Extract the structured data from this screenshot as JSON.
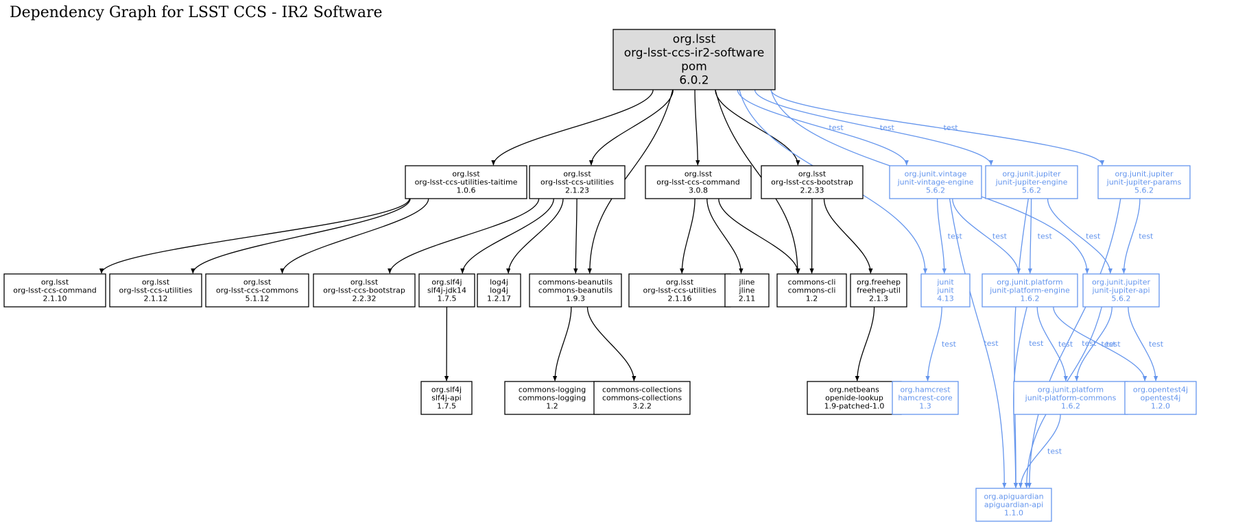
{
  "title": "Dependency Graph for LSST CCS - IR2 Software",
  "colors": {
    "compile": "#000000",
    "test": "#6495ed",
    "root_fill": "#dcdcdc"
  },
  "nodes": [
    {
      "id": "root",
      "lines": [
        "org.lsst",
        "org-lsst-ccs-ir2-software",
        "pom",
        "6.0.2"
      ],
      "scope": "compile",
      "root": true
    },
    {
      "id": "taitime",
      "lines": [
        "org.lsst",
        "org-lsst-ccs-utilities-taitime",
        "1.0.6"
      ],
      "scope": "compile"
    },
    {
      "id": "utilities2123",
      "lines": [
        "org.lsst",
        "org-lsst-ccs-utilities",
        "2.1.23"
      ],
      "scope": "compile"
    },
    {
      "id": "command308",
      "lines": [
        "org.lsst",
        "org-lsst-ccs-command",
        "3.0.8"
      ],
      "scope": "compile"
    },
    {
      "id": "bootstrap2233",
      "lines": [
        "org.lsst",
        "org-lsst-ccs-bootstrap",
        "2.2.33"
      ],
      "scope": "compile"
    },
    {
      "id": "vintage",
      "lines": [
        "org.junit.vintage",
        "junit-vintage-engine",
        "5.6.2"
      ],
      "scope": "test"
    },
    {
      "id": "jupiterengine",
      "lines": [
        "org.junit.jupiter",
        "junit-jupiter-engine",
        "5.6.2"
      ],
      "scope": "test"
    },
    {
      "id": "jupiterparams",
      "lines": [
        "org.junit.jupiter",
        "junit-jupiter-params",
        "5.6.2"
      ],
      "scope": "test"
    },
    {
      "id": "command2110",
      "lines": [
        "org.lsst",
        "org-lsst-ccs-command",
        "2.1.10"
      ],
      "scope": "compile"
    },
    {
      "id": "utilities2112",
      "lines": [
        "org.lsst",
        "org-lsst-ccs-utilities",
        "2.1.12"
      ],
      "scope": "compile"
    },
    {
      "id": "commons5112",
      "lines": [
        "org.lsst",
        "org-lsst-ccs-commons",
        "5.1.12"
      ],
      "scope": "compile"
    },
    {
      "id": "bootstrap2232",
      "lines": [
        "org.lsst",
        "org-lsst-ccs-bootstrap",
        "2.2.32"
      ],
      "scope": "compile"
    },
    {
      "id": "slf4jjdk",
      "lines": [
        "org.slf4j",
        "slf4j-jdk14",
        "1.7.5"
      ],
      "scope": "compile"
    },
    {
      "id": "log4j",
      "lines": [
        "log4j",
        "log4j",
        "1.2.17"
      ],
      "scope": "compile"
    },
    {
      "id": "beanutils",
      "lines": [
        "commons-beanutils",
        "commons-beanutils",
        "1.9.3"
      ],
      "scope": "compile"
    },
    {
      "id": "utilities2116",
      "lines": [
        "org.lsst",
        "org-lsst-ccs-utilities",
        "2.1.16"
      ],
      "scope": "compile"
    },
    {
      "id": "jline",
      "lines": [
        "jline",
        "jline",
        "2.11"
      ],
      "scope": "compile"
    },
    {
      "id": "commonscli",
      "lines": [
        "commons-cli",
        "commons-cli",
        "1.2"
      ],
      "scope": "compile"
    },
    {
      "id": "freehep",
      "lines": [
        "org.freehep",
        "freehep-util",
        "2.1.3"
      ],
      "scope": "compile"
    },
    {
      "id": "junit",
      "lines": [
        "junit",
        "junit",
        "4.13"
      ],
      "scope": "test"
    },
    {
      "id": "platformengine",
      "lines": [
        "org.junit.platform",
        "junit-platform-engine",
        "1.6.2"
      ],
      "scope": "test"
    },
    {
      "id": "jupiterapi",
      "lines": [
        "org.junit.jupiter",
        "junit-jupiter-api",
        "5.6.2"
      ],
      "scope": "test"
    },
    {
      "id": "slf4japi",
      "lines": [
        "org.slf4j",
        "slf4j-api",
        "1.7.5"
      ],
      "scope": "compile"
    },
    {
      "id": "logging",
      "lines": [
        "commons-logging",
        "commons-logging",
        "1.2"
      ],
      "scope": "compile"
    },
    {
      "id": "collections",
      "lines": [
        "commons-collections",
        "commons-collections",
        "3.2.2"
      ],
      "scope": "compile"
    },
    {
      "id": "openide",
      "lines": [
        "org.netbeans",
        "openide-lookup",
        "1.9-patched-1.0"
      ],
      "scope": "compile"
    },
    {
      "id": "hamcrest",
      "lines": [
        "org.hamcrest",
        "hamcrest-core",
        "1.3"
      ],
      "scope": "test"
    },
    {
      "id": "platformcommons",
      "lines": [
        "org.junit.platform",
        "junit-platform-commons",
        "1.6.2"
      ],
      "scope": "test"
    },
    {
      "id": "opentest4j",
      "lines": [
        "org.opentest4j",
        "opentest4j",
        "1.2.0"
      ],
      "scope": "test"
    },
    {
      "id": "apiguardian",
      "lines": [
        "org.apiguardian",
        "apiguardian-api",
        "1.1.0"
      ],
      "scope": "test"
    }
  ],
  "edges": [
    {
      "from": "root",
      "to": "taitime",
      "scope": "compile",
      "label": ""
    },
    {
      "from": "root",
      "to": "utilities2123",
      "scope": "compile",
      "label": ""
    },
    {
      "from": "root",
      "to": "beanutils",
      "scope": "compile",
      "label": ""
    },
    {
      "from": "root",
      "to": "command308",
      "scope": "compile",
      "label": ""
    },
    {
      "from": "root",
      "to": "commonscli",
      "scope": "compile",
      "label": ""
    },
    {
      "from": "root",
      "to": "bootstrap2233",
      "scope": "compile",
      "label": ""
    },
    {
      "from": "root",
      "to": "junit",
      "scope": "test",
      "label": "test"
    },
    {
      "from": "root",
      "to": "vintage",
      "scope": "test",
      "label": "test"
    },
    {
      "from": "root",
      "to": "jupiterengine",
      "scope": "test",
      "label": "test"
    },
    {
      "from": "root",
      "to": "jupiterapi",
      "scope": "test",
      "label": "test"
    },
    {
      "from": "root",
      "to": "jupiterparams",
      "scope": "test",
      "label": "test"
    },
    {
      "from": "taitime",
      "to": "command2110",
      "scope": "compile",
      "label": ""
    },
    {
      "from": "taitime",
      "to": "utilities2112",
      "scope": "compile",
      "label": ""
    },
    {
      "from": "taitime",
      "to": "commons5112",
      "scope": "compile",
      "label": ""
    },
    {
      "from": "utilities2123",
      "to": "bootstrap2232",
      "scope": "compile",
      "label": ""
    },
    {
      "from": "utilities2123",
      "to": "slf4jjdk",
      "scope": "compile",
      "label": ""
    },
    {
      "from": "utilities2123",
      "to": "log4j",
      "scope": "compile",
      "label": ""
    },
    {
      "from": "utilities2123",
      "to": "beanutils",
      "scope": "compile",
      "label": ""
    },
    {
      "from": "command308",
      "to": "utilities2116",
      "scope": "compile",
      "label": ""
    },
    {
      "from": "command308",
      "to": "jline",
      "scope": "compile",
      "label": ""
    },
    {
      "from": "command308",
      "to": "commonscli",
      "scope": "compile",
      "label": ""
    },
    {
      "from": "bootstrap2233",
      "to": "commonscli",
      "scope": "compile",
      "label": ""
    },
    {
      "from": "bootstrap2233",
      "to": "freehep",
      "scope": "compile",
      "label": ""
    },
    {
      "from": "slf4jjdk",
      "to": "slf4japi",
      "scope": "compile",
      "label": ""
    },
    {
      "from": "beanutils",
      "to": "logging",
      "scope": "compile",
      "label": ""
    },
    {
      "from": "beanutils",
      "to": "collections",
      "scope": "compile",
      "label": ""
    },
    {
      "from": "freehep",
      "to": "openide",
      "scope": "compile",
      "label": ""
    },
    {
      "from": "vintage",
      "to": "junit",
      "scope": "test",
      "label": "test"
    },
    {
      "from": "vintage",
      "to": "platformengine",
      "scope": "test",
      "label": "test"
    },
    {
      "from": "vintage",
      "to": "apiguardian",
      "scope": "test",
      "label": "test"
    },
    {
      "from": "jupiterengine",
      "to": "platformengine",
      "scope": "test",
      "label": "test"
    },
    {
      "from": "jupiterengine",
      "to": "jupiterapi",
      "scope": "test",
      "label": "test"
    },
    {
      "from": "jupiterengine",
      "to": "apiguardian",
      "scope": "test",
      "label": "test"
    },
    {
      "from": "jupiterparams",
      "to": "jupiterapi",
      "scope": "test",
      "label": "test"
    },
    {
      "from": "jupiterparams",
      "to": "apiguardian",
      "scope": "test",
      "label": "test"
    },
    {
      "from": "junit",
      "to": "hamcrest",
      "scope": "test",
      "label": "test"
    },
    {
      "from": "platformengine",
      "to": "platformcommons",
      "scope": "test",
      "label": "test"
    },
    {
      "from": "platformengine",
      "to": "opentest4j",
      "scope": "test",
      "label": "test"
    },
    {
      "from": "platformengine",
      "to": "apiguardian",
      "scope": "test",
      "label": "test"
    },
    {
      "from": "jupiterapi",
      "to": "platformcommons",
      "scope": "test",
      "label": "test"
    },
    {
      "from": "jupiterapi",
      "to": "opentest4j",
      "scope": "test",
      "label": "test"
    },
    {
      "from": "jupiterapi",
      "to": "apiguardian",
      "scope": "test",
      "label": "test"
    },
    {
      "from": "platformcommons",
      "to": "apiguardian",
      "scope": "test",
      "label": "test"
    }
  ]
}
